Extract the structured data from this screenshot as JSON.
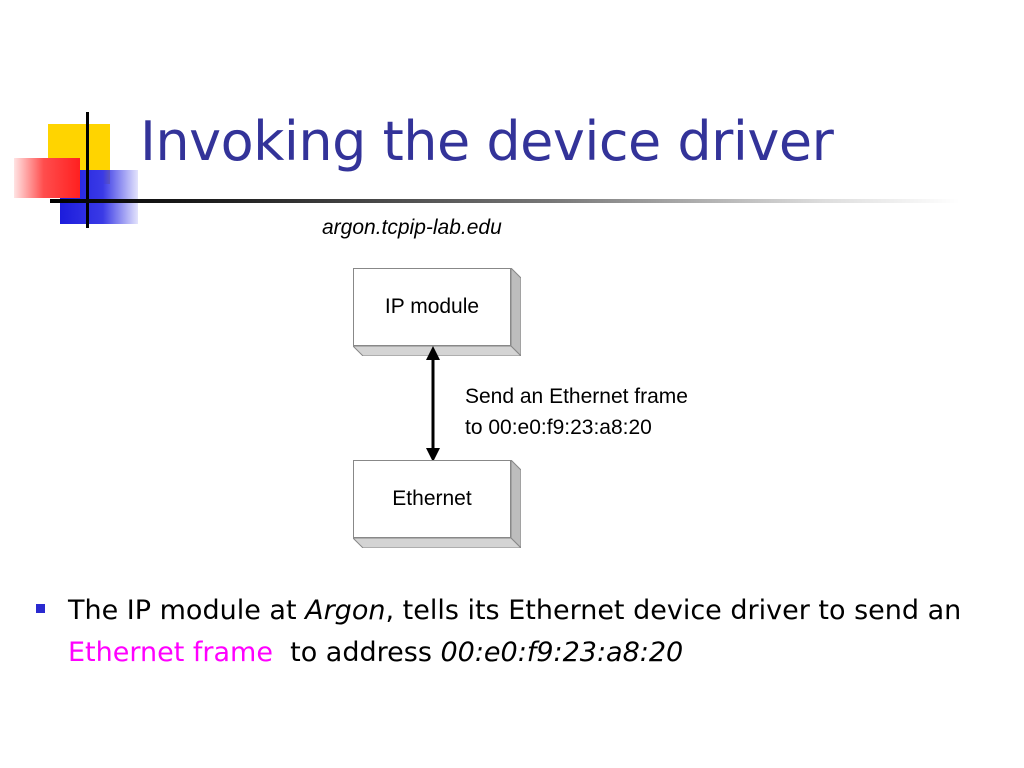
{
  "slide": {
    "title": "Invoking the device driver",
    "host_label": "argon.tcpip-lab.edu",
    "diagram": {
      "upper_box": "IP module",
      "lower_box": "Ethernet",
      "note_line1": "Send an Ethernet frame",
      "note_line2": "to 00:e0:f9:23:a8:20"
    },
    "bullet": {
      "part1": "The IP module at ",
      "argon": "Argon",
      "part2": ", tells its Ethernet device driver to send an ",
      "highlight": "Ethernet frame",
      "part3": "  to address ",
      "address": "00:e0:f9:23:a8:20"
    }
  },
  "colors": {
    "title": "#333399",
    "highlight": "#ff00ff",
    "bullet": "#2a2ad0",
    "logo_yellow": "#ffd400",
    "logo_blue": "#1c1cdc",
    "logo_red": "#ff2020"
  }
}
